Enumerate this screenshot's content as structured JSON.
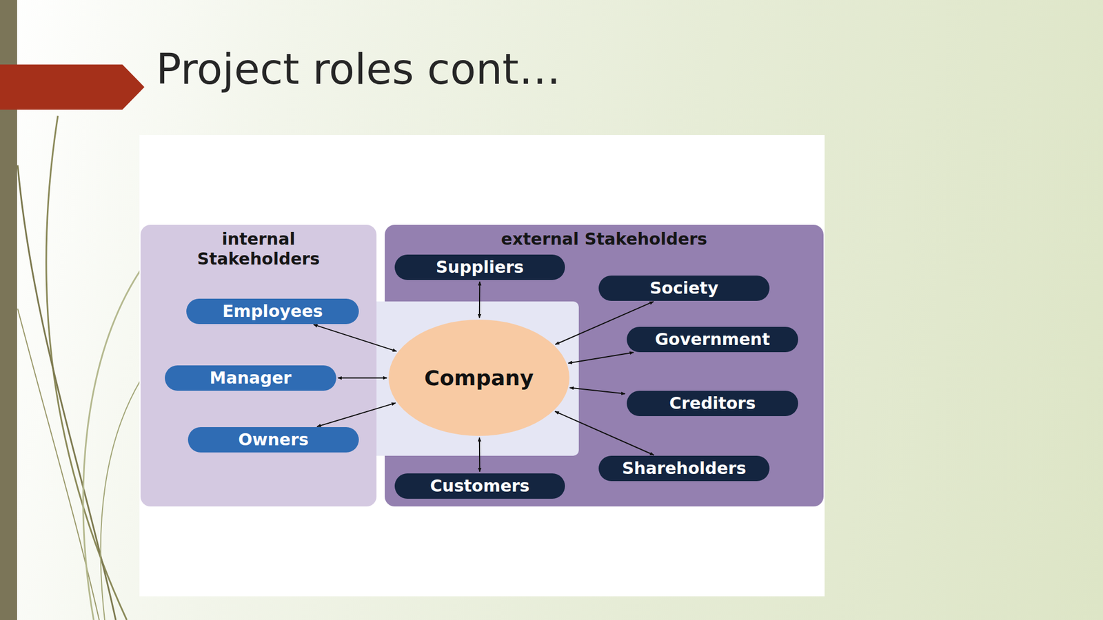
{
  "diagram": {
    "title": "Project roles cont…",
    "nodes": [
      {
        "text": [
          "internal Stakeholders"
        ]
      },
      {
        "text": [
          "Employees"
        ],
        "in": 0
      },
      {
        "text": [
          "Manager"
        ],
        "in": 0
      },
      {
        "text": [
          "Owners"
        ],
        "in": 0
      },
      {
        "text": [
          "Company"
        ]
      },
      {
        "text": [
          "external Stakeholders"
        ]
      },
      {
        "text": [
          "Suppliers"
        ],
        "in": 5
      },
      {
        "text": [
          "Society"
        ],
        "in": 5
      },
      {
        "text": [
          "Government"
        ],
        "in": 5
      },
      {
        "text": [
          "Creditors"
        ],
        "in": 5
      },
      {
        "text": [
          "Shareholders"
        ],
        "in": 5
      },
      {
        "text": [
          "Customers"
        ],
        "in": 5
      }
    ],
    "edges": [
      {
        "from": 4,
        "to": 1,
        "arrow": "both"
      },
      {
        "from": 4,
        "to": 2,
        "arrow": "both"
      },
      {
        "from": 4,
        "to": 3,
        "arrow": "both"
      },
      {
        "from": 4,
        "to": 6,
        "arrow": "both"
      },
      {
        "from": 4,
        "to": 7,
        "arrow": "both"
      },
      {
        "from": 4,
        "to": 8,
        "arrow": "both"
      },
      {
        "from": 4,
        "to": 9,
        "arrow": "both"
      },
      {
        "from": 4,
        "to": 10,
        "arrow": "both"
      },
      {
        "from": 4,
        "to": 11,
        "arrow": "both"
      }
    ]
  }
}
